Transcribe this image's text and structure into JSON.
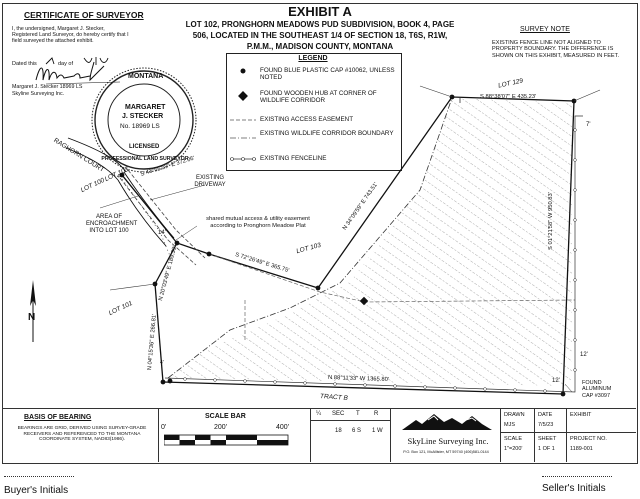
{
  "certificate": {
    "title": "CERTIFICATE OF SURVEYOR",
    "body": "I, the undersigned, Margaret J. Stecker, Registered Land Surveyor, do hereby certify that I field surveyed the attached exhibit.",
    "dated_prefix": "Dated this",
    "dated_day_word": "day of",
    "signer_line1": "Margaret J. Stecker 18969 LS",
    "signer_line2": "Skyline Surveying Inc."
  },
  "seal": {
    "top": "MONTANA",
    "name1": "MARGARET",
    "name2": "J. STECKER",
    "number": "No. 18969 LS",
    "bottom1": "LICENSED",
    "bottom2": "PROFESSIONAL LAND SURVEYOR"
  },
  "exhibit": {
    "title": "EXHIBIT A",
    "line1": "LOT 102, PRONGHORN MEADOWS PUD SUBDIVISION, BOOK 4, PAGE",
    "line2": "506, LOCATED IN THE SOUTHEAST 1/4 OF SECTION 18, T6S, R1W,",
    "line3": "P.M.M., MADISON COUNTY, MONTANA"
  },
  "survey_note": {
    "title": "SURVEY NOTE",
    "text": "EXISTING FENCE LINE NOT ALIGNED TO PROPERTY BOUNDARY. THE DIFFERENCE IS SHOWN ON THIS EXHIBIT, MEASURED IN FEET."
  },
  "legend": {
    "title": "LEGEND",
    "items": [
      {
        "label": "FOUND BLUE PLASTIC CAP #10062, UNLESS NOTED",
        "icon": "dot-icon"
      },
      {
        "label": "FOUND WOODEN HUB AT CORNER OF WILDLIFE CORRIDOR",
        "icon": "diamond-icon"
      },
      {
        "label": "EXISTING ACCESS EASEMENT",
        "icon": "dashed-line-icon"
      },
      {
        "label": "EXISTING WILDLIFE CORRIDOR BOUNDARY",
        "icon": "dash-dot-line-icon"
      },
      {
        "label": "EXISTING FENCELINE",
        "icon": "fenceline-icon"
      }
    ]
  },
  "map_labels": {
    "lot129": "LOT 129",
    "lot100": "LOT 100",
    "lot103a": "LOT 103",
    "lot103b": "LOT 103",
    "lot101": "LOT 101",
    "tractb": "TRACT B",
    "raghorn": "RAGHORN COURT",
    "driveway": "EXISTING DRIVEWAY",
    "encroach": "AREA OF ENCROACHMENT INTO LOT 100",
    "shared": "shared mutual access & utility easement according to Pronghorn Meadow Plat",
    "found_alum": "FOUND ALUMINUM CAP #3097",
    "b_top": "S 88°38'07\" E  435.23'",
    "b_right": "S 01°21'58\" W  950.83'",
    "b_bottom": "N 88°11'33\" W  1365.80'",
    "b_diag": "N 34°09'59\" E  743.51'",
    "b_mid": "S 72°26'49\" E  365.75'",
    "b_upper": "S 43°55'59\" E  372.06'",
    "b_left1": "N 20°03'49\" E  189.39'",
    "b_left2": "N 04°15'36\" E  266.81'",
    "d7": "7'",
    "d12a": "12'",
    "d12b": "12'",
    "d14": "14'",
    "d4a": "4'",
    "d4b": "4'",
    "north": "N"
  },
  "basis": {
    "title": "BASIS OF BEARING",
    "text": "BEARINGS ARE GRID, DERIVED USING SURVEY-GRADE RECEIVERS AND REFERENCED TO THE MONTANA COORDINATE SYSTEM, NAD83(1986)."
  },
  "scale": {
    "title": "SCALE BAR",
    "t0": "0'",
    "t1": "200'",
    "t2": "400'"
  },
  "section_table": {
    "headers": [
      "¼",
      "SEC",
      "T",
      "R"
    ],
    "values": [
      "",
      "18",
      "6 S",
      "1 W"
    ]
  },
  "company": {
    "name": "SkyLine Surveying Inc.",
    "address": "P.O. Box 121, McAllister, MT 59740  (406)581-0144"
  },
  "title_block": {
    "drawn_label": "DRAWN",
    "drawn_value": "MJS",
    "date_label": "DATE",
    "date_value": "7/5/23",
    "exhibit_label": "EXHIBIT",
    "scale_label": "SCALE",
    "scale_value": "1\"=200'",
    "sheet_label": "SHEET",
    "sheet_value": "1 OF 1",
    "project_label": "PROJECT NO.",
    "project_value": "1189-001"
  },
  "initials": {
    "buyer": "Buyer's Initials",
    "seller": "Seller's Initials"
  }
}
